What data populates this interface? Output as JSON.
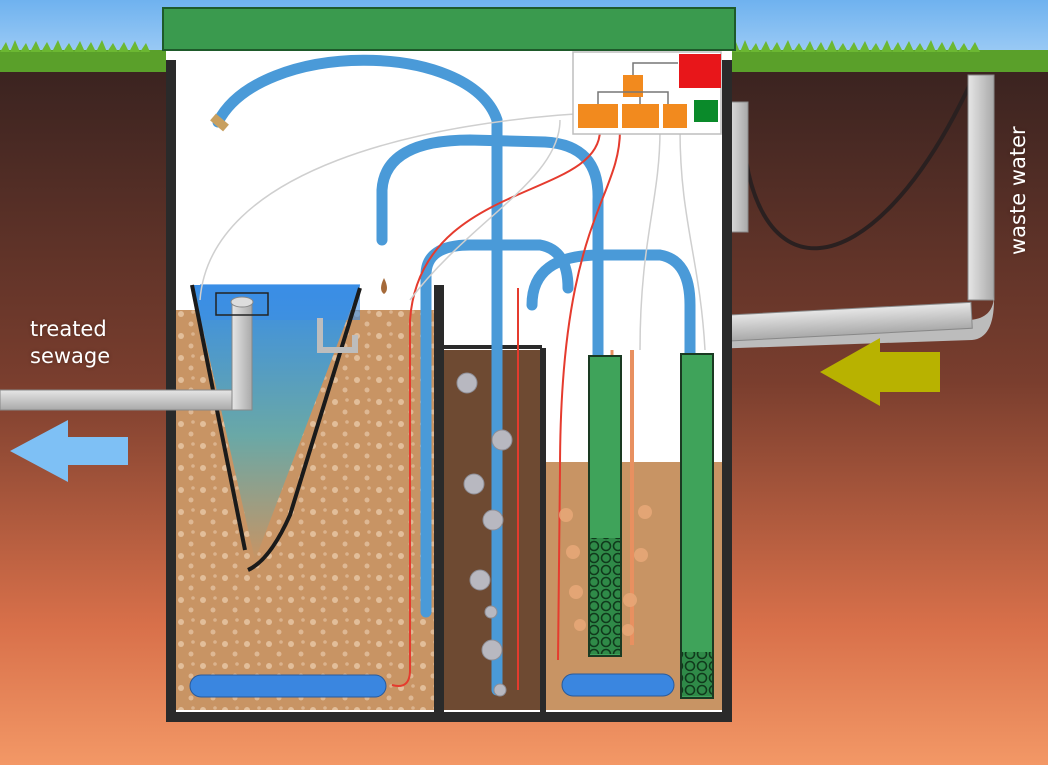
{
  "labels": {
    "treated_line1": "treated",
    "treated_line2": "sewage",
    "waste_water": "waste water"
  },
  "colors": {
    "sky": "#7ab8f0",
    "grass": "#5aa02a",
    "soil_top": "#3a2320",
    "soil_bottom": "#f08a5a",
    "tank_lid": "#3a9a4e",
    "pipe_blue": "#4a9ad8",
    "sludge": "#c89464",
    "water": "#4a9ee0",
    "green_reactor": "#3fa35a",
    "control_orange": "#f28a1e",
    "control_red": "#e8161a",
    "control_green": "#0a8a2a",
    "inflow_arrow": "#b8b200",
    "outflow_arrow": "#7ec0f5",
    "grey_pipe": "#c8c8c8",
    "wire_red": "#e53b2e"
  },
  "icons": {
    "outflow_arrow": "left-arrow-icon",
    "inflow_arrow": "left-arrow-icon"
  }
}
